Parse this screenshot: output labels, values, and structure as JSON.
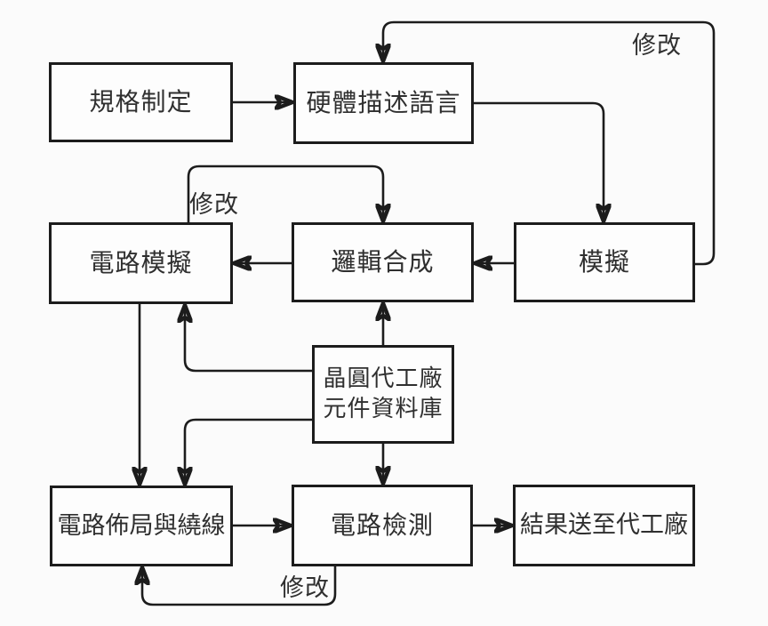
{
  "diagram": {
    "type": "flowchart",
    "language": "zh-Hant",
    "colors": {
      "background": "#fbfbfb",
      "box_fill": "#fdfdfd",
      "line": "#1c1c1c",
      "text": "#2f2f2f"
    },
    "nodes": {
      "spec": {
        "label": "規格制定"
      },
      "hdl": {
        "label": "硬體描述語言"
      },
      "circuit_sim": {
        "label": "電路模擬"
      },
      "logic_synth": {
        "label": "邏輯合成"
      },
      "sim": {
        "label": "模擬"
      },
      "foundry_db": {
        "label_line1": "晶圓代工廠",
        "label_line2": "元件資料庫"
      },
      "layout": {
        "label": "電路佈局與繞線"
      },
      "test": {
        "label": "電路檢測"
      },
      "result": {
        "label": "結果送至代工廠"
      }
    },
    "edge_labels": {
      "modify_top": "修改",
      "modify_mid": "修改",
      "modify_bottom": "修改"
    },
    "edges": [
      {
        "from": "spec",
        "to": "hdl"
      },
      {
        "from": "hdl",
        "to": "sim"
      },
      {
        "from": "sim",
        "to": "logic_synth"
      },
      {
        "from": "logic_synth",
        "to": "circuit_sim"
      },
      {
        "from": "sim",
        "to": "hdl",
        "label": "修改"
      },
      {
        "from": "circuit_sim",
        "to": "logic_synth",
        "label": "修改"
      },
      {
        "from": "foundry_db",
        "to": "logic_synth"
      },
      {
        "from": "foundry_db",
        "to": "circuit_sim"
      },
      {
        "from": "foundry_db",
        "to": "layout"
      },
      {
        "from": "foundry_db",
        "to": "test"
      },
      {
        "from": "circuit_sim",
        "to": "layout"
      },
      {
        "from": "layout",
        "to": "test"
      },
      {
        "from": "test",
        "to": "result"
      },
      {
        "from": "test",
        "to": "layout",
        "label": "修改"
      }
    ]
  }
}
